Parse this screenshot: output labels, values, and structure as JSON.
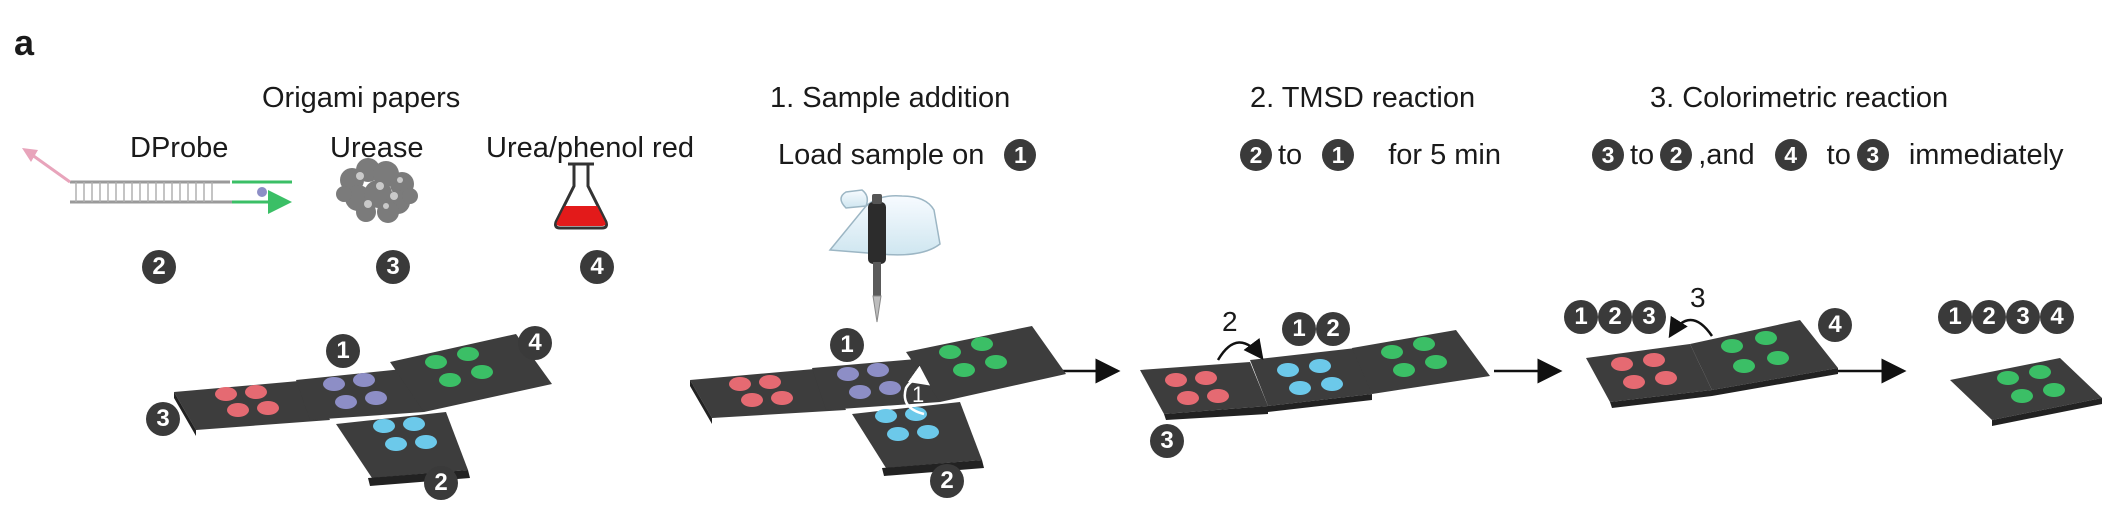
{
  "panel_label": "a",
  "colors": {
    "red_spot": "#e56a72",
    "purple_spot": "#8d8ec6",
    "blue_spot": "#6cc9ea",
    "green_spot": "#3bbf66",
    "sheet": "#3d3d3d",
    "badge": "#3a3a3a"
  },
  "materials": {
    "title": "Origami papers",
    "items": [
      {
        "name": "DProbe",
        "badge": "2"
      },
      {
        "name": "Urease",
        "badge": "3"
      },
      {
        "name": "Urea/phenol red",
        "badge": "4"
      }
    ]
  },
  "steps": [
    {
      "title": "1. Sample addition",
      "instr_text": "Load sample on",
      "instr_badge": "1"
    },
    {
      "title": "2. TMSD reaction",
      "badge_a": "2",
      "to": "to",
      "badge_b": "1",
      "suffix": "for 5 min"
    },
    {
      "title": "3. Colorimetric reaction",
      "b1": "3",
      "to1": "to",
      "b2": "2",
      "and_text": ",and",
      "b3": "4",
      "to2": "to",
      "b4": "3",
      "suffix": "immediately"
    }
  ],
  "stages": {
    "s1": {
      "top": "1",
      "right": "4",
      "left": "3",
      "bottom": "2"
    },
    "s2": {
      "top": "1",
      "bottom": "2",
      "fold_badge": "1"
    },
    "s3": {
      "fold_num": "2",
      "top_a": "1",
      "top_b": "2",
      "bottom": "3"
    },
    "s4": {
      "fold_num": "3",
      "top_a": "1",
      "top_b": "2",
      "top_c": "3",
      "right": "4"
    },
    "s5": {
      "top_a": "1",
      "top_b": "2",
      "top_c": "3",
      "top_d": "4"
    }
  },
  "icons": [
    "dprobe-duplex-icon",
    "urease-enzyme-icon",
    "flask-icon",
    "pipette-hand-icon",
    "flow-arrow-icon",
    "fold-arrow-icon"
  ]
}
